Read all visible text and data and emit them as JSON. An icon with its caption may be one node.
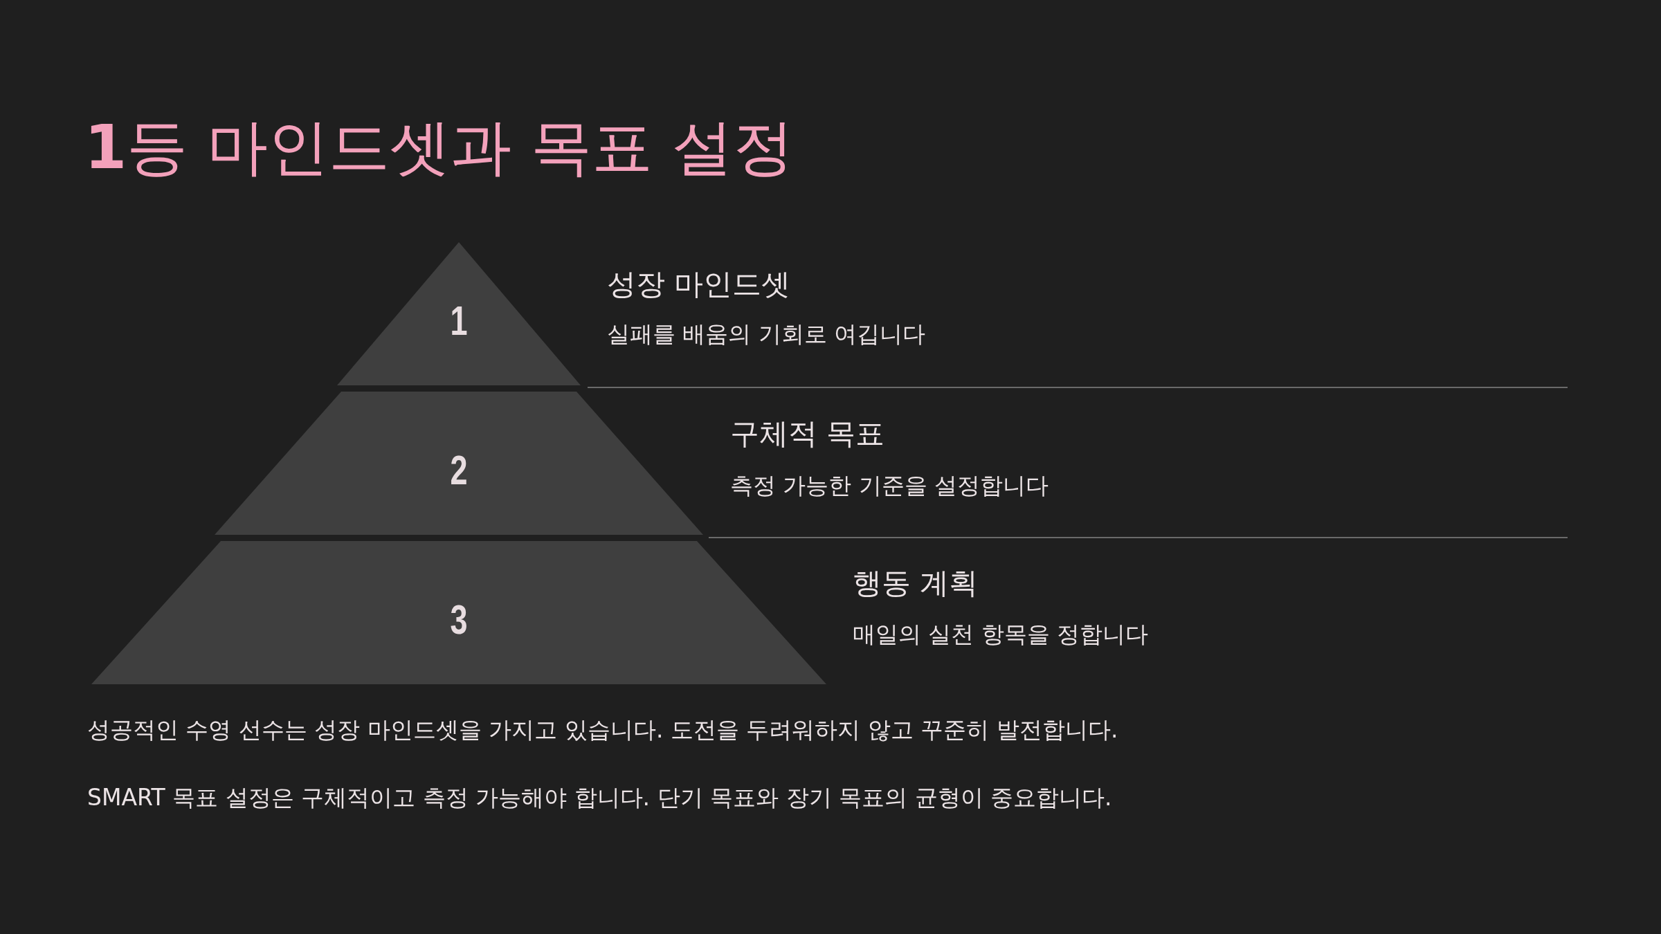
{
  "diagram": {
    "title": "**1**등 마인드셋과 목표 설정",
    "nodes": [
      {
        "text": [
          "1"
        ],
        "beside": [
          "성장 마인드셋",
          "실패를 배움의 기회로 여깁니다"
        ]
      },
      {
        "text": [
          "2"
        ],
        "beside": [
          "구체적 목표",
          "측정 가능한 기준을 설정합니다"
        ]
      },
      {
        "text": [
          "3"
        ],
        "beside": [
          "행동 계획",
          "매일의 실천 항목을 정합니다"
        ]
      }
    ],
    "edges": [],
    "labels": [
      "성공적인 수영 선수는 성장 마인드셋을 가지고 있습니다. 도전을 두려워하지 않고 꾸준히 발전합니다.",
      "SMART 목표 설정은 구체적이고 측정 가능해야 합니다. 단기 목표와 장기 목표의 균형이 중요합니다."
    ]
  }
}
